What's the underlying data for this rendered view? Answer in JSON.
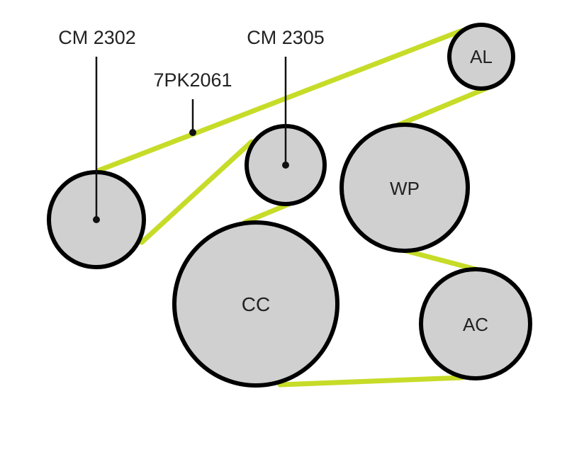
{
  "labels": {
    "tensioner": "CM 2302",
    "idler": "CM 2305",
    "belt": "7PK2061"
  },
  "pulleys": {
    "alternator": "AL",
    "water_pump": "WP",
    "crankshaft": "CC",
    "ac_compressor": "AC"
  },
  "colors": {
    "belt": "#c6dc28",
    "pulley_fill": "#d0d0d0",
    "outline": "#000000"
  }
}
